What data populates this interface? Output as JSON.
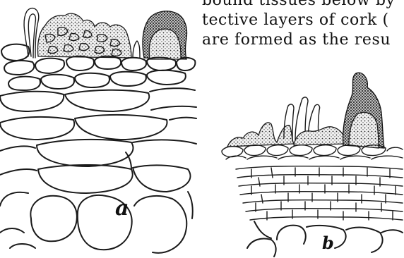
{
  "text": {
    "line1": "bound tissues below by",
    "line2": "tective layers of cork (",
    "line3": "are formed as the resu"
  },
  "figures": {
    "a": {
      "label": "a"
    },
    "b": {
      "label": "b"
    }
  },
  "colors": {
    "ink": "#1a1a1a",
    "stipple": "#e9e9e9",
    "stipple_dark": "#9a9a9a",
    "background": "#ffffff"
  }
}
